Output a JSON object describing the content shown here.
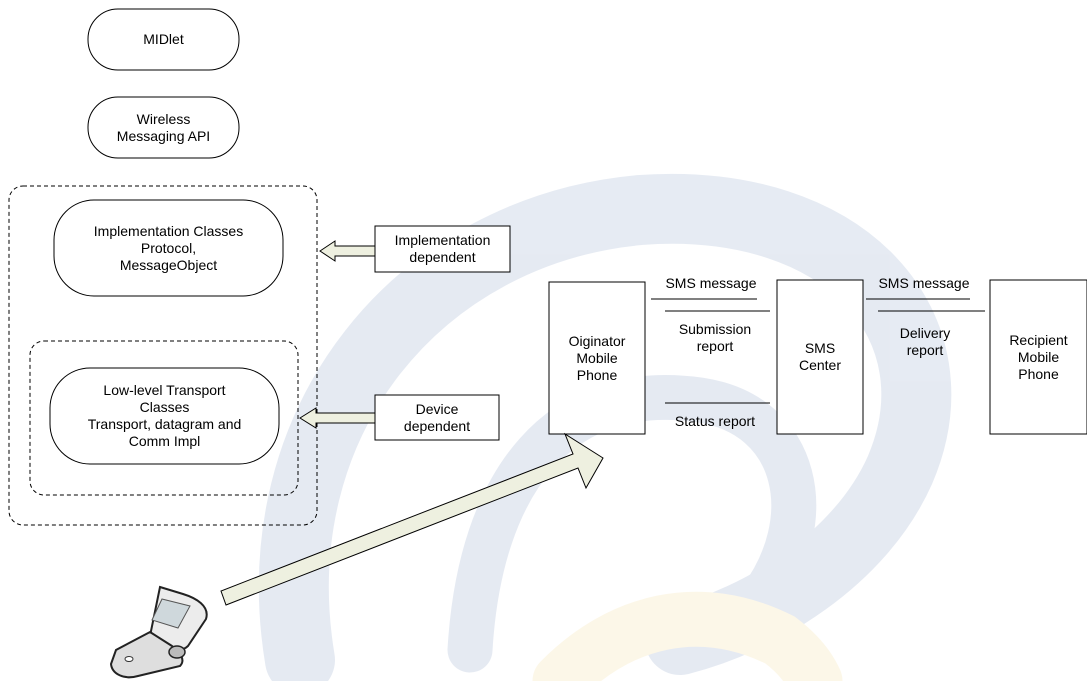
{
  "diagram": {
    "nodes": {
      "midlet": "MIDlet",
      "wma": "Wireless\nMessaging API",
      "impl_classes": "Implementation Classes\nProtocol,\nMessageObject",
      "transport_classes": "Low-level Transport\nClasses\nTransport, datagram and\nComm Impl",
      "impl_dependent": "Implementation\ndependent",
      "device_dependent": "Device\ndependent",
      "originator": "Oiginator\nMobile\nPhone",
      "sms_center": "SMS\nCenter",
      "recipient": "Recipient\nMobile\nPhone"
    },
    "messages": {
      "sms_message_1": "SMS message",
      "submission_report": "Submission\nreport",
      "status_report": "Status report",
      "sms_message_2": "SMS message",
      "delivery_report": "Delivery\nreport"
    },
    "icons": {
      "phone": "mobile-phone-icon",
      "watermark": "logo-watermark"
    },
    "colors": {
      "stroke": "#000000",
      "arrow_fill": "#eef0e0",
      "watermark_blue": "#8da2c8",
      "watermark_yellow": "#f3dc9c"
    }
  }
}
